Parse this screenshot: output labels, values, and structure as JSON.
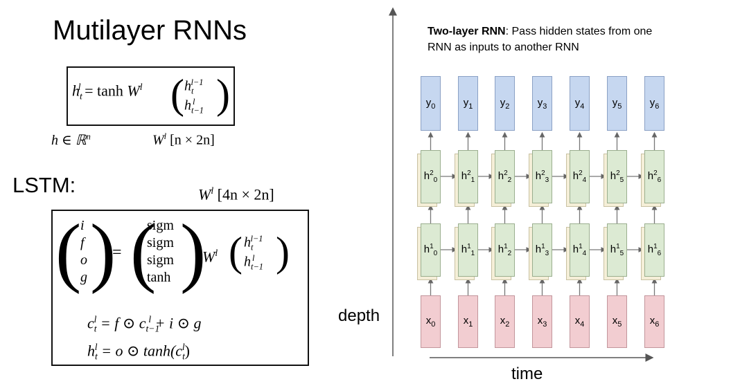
{
  "slide": {
    "title": "Mutilayer RNNs",
    "lstm_label": "LSTM:",
    "depth_label": "depth",
    "time_label": "time"
  },
  "formula": {
    "rnn_lhs": "h",
    "rnn_func": "tanh",
    "dim_h": "h ∈ ℝ",
    "dim_w": "[n × 2n]",
    "lstm_dim": "[4n × 2n]",
    "gates": [
      "i",
      "f",
      "o",
      "g"
    ],
    "activations": [
      "sigm",
      "sigm",
      "sigm",
      "tanh"
    ],
    "cell_eq_rhs": "= f ⊙ c",
    "cell_eq_tail": "+ i ⊙ g",
    "hidden_eq_rhs": "= o ⊙ tanh(c"
  },
  "diagram": {
    "title_bold": "Two-layer RNN",
    "title_rest": ": Pass hidden states from one RNN as inputs to another RNN",
    "timesteps": [
      "0",
      "1",
      "2",
      "3",
      "4",
      "5",
      "6"
    ],
    "layers": {
      "output": "y",
      "input": "x",
      "hidden": "h",
      "hidden_levels": [
        "2",
        "1"
      ]
    },
    "colors": {
      "output": "#c6d7f0",
      "hidden": "#dcead3",
      "input": "#f2cdd1"
    }
  }
}
